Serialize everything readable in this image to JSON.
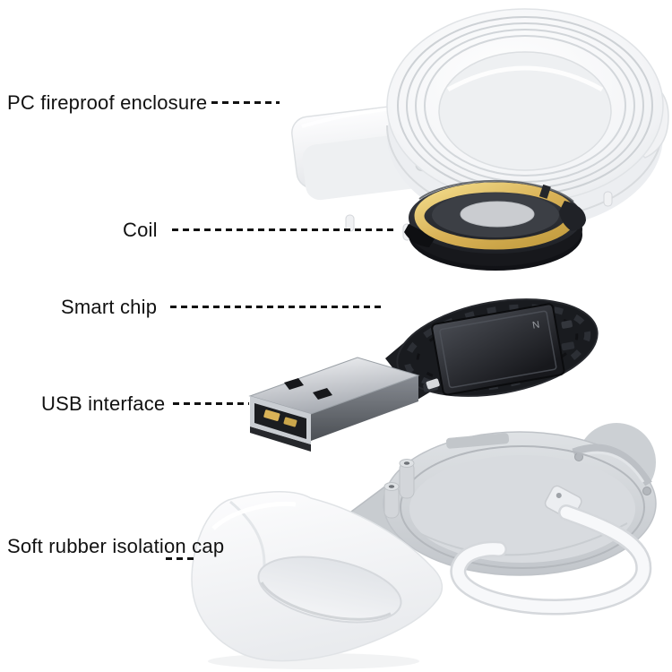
{
  "diagram": {
    "labels": {
      "enclosure": "PC fireproof enclosure",
      "coil": "Coil",
      "chip": "Smart chip",
      "usb": "USB interface",
      "cap": "Soft rubber isolation cap"
    },
    "chip_marking": "N",
    "components": [
      "pc-fireproof-enclosure",
      "charging-coil",
      "smart-chip-pcb",
      "usb-a-connector",
      "bottom-shell-with-cable",
      "soft-rubber-isolation-cap"
    ],
    "colors": {
      "background": "#ffffff",
      "label_text": "#111111",
      "leader_line": "#111111",
      "enclosure_plastic": "#f3f4f6",
      "coil_gold": "#d9b257",
      "coil_body": "#1b1d21",
      "magnet_center": "#c9ccd0",
      "pcb_black": "#1a1c20",
      "usb_metal": "#b9bdc4",
      "shell_gray": "#ced2d6",
      "cable_white": "#f6f7f9"
    }
  }
}
